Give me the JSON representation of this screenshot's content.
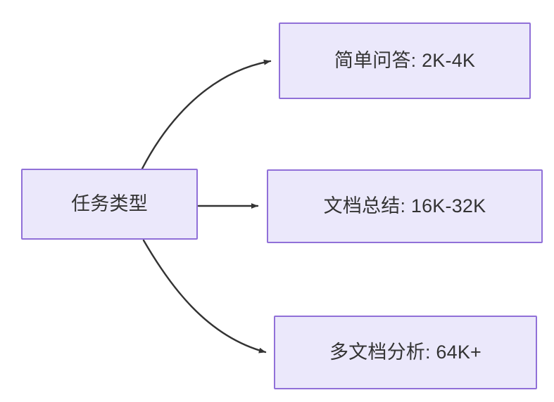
{
  "diagram": {
    "type": "flowchart",
    "direction": "left-to-right",
    "theme": {
      "node_fill": "#ebe8fb",
      "node_border": "#9070d8",
      "text_color": "#333333",
      "edge_color": "#333333",
      "background": "#ffffff"
    },
    "nodes": [
      {
        "id": "root",
        "label": "任务类型",
        "role": "source"
      },
      {
        "id": "simple",
        "label": "简单问答: 2K-4K",
        "role": "target"
      },
      {
        "id": "doc",
        "label": "文档总结: 16K-32K",
        "role": "target"
      },
      {
        "id": "multi",
        "label": "多文档分析: 64K+",
        "role": "target"
      }
    ],
    "edges": [
      {
        "from": "root",
        "to": "simple",
        "label": "",
        "style": "curved-arrow"
      },
      {
        "from": "root",
        "to": "doc",
        "label": "",
        "style": "straight-arrow"
      },
      {
        "from": "root",
        "to": "multi",
        "label": "",
        "style": "curved-arrow"
      }
    ]
  }
}
